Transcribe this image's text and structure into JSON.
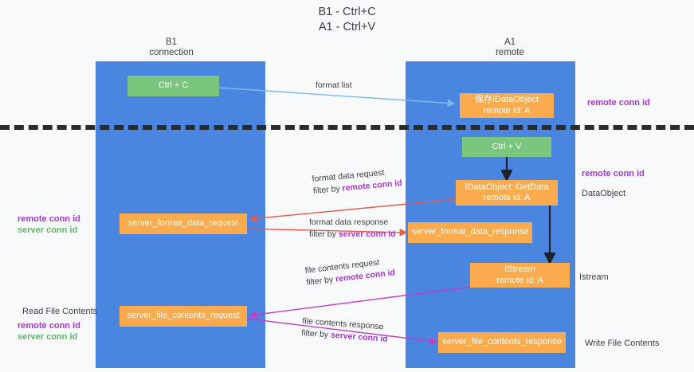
{
  "title": {
    "line1": "B1 - Ctrl+C",
    "line2": "A1 - Ctrl+V"
  },
  "columns": [
    {
      "name": "B1",
      "sub": "connection"
    },
    {
      "name": "A1",
      "sub": "remote"
    }
  ],
  "boxes": {
    "ctrl_c": {
      "label": "Ctrl + C"
    },
    "ctrl_v": {
      "label": "Ctrl + V"
    },
    "set_dataobject": {
      "line1": "保存IDataObject",
      "line2": "remote id: A"
    },
    "getdata": {
      "line1": "IDataObject::GetData",
      "line2": "remote id: A"
    },
    "istream": {
      "line1": "IStream",
      "line2": "remote id: A"
    },
    "server_format_data_request": {
      "label": "server_format_data_request"
    },
    "server_format_data_response": {
      "label": "server_format_data_response"
    },
    "server_file_contents_request": {
      "label": "server_file_contents_request"
    },
    "server_file_contents_response": {
      "label": "server_file_contents_response"
    }
  },
  "edges": {
    "format_list": {
      "line1": "format list",
      "line2": ""
    },
    "format_data_request": {
      "line1": "format data request",
      "filter_prefix": "filter by ",
      "filter_key": "remote conn id"
    },
    "format_data_response": {
      "line1": "format data response",
      "filter_prefix": "filter by ",
      "filter_key": "server conn id"
    },
    "file_contents_request": {
      "line1": "file contents request",
      "filter_prefix": "filter by ",
      "filter_key": "remote conn id"
    },
    "file_contents_response": {
      "line1": "file contents response",
      "filter_prefix": "filter by ",
      "filter_key": "server conn id"
    }
  },
  "annotations": {
    "right_remote_conn_id_top": "remote conn id",
    "right_remote_conn_id_mid": "remote conn id",
    "right_dataobject": "DataObject",
    "right_istream": "Istream",
    "right_write_file_contents": "Write File Contents",
    "left_remote_conn_id": "remote conn id",
    "left_server_conn_id": "server conn id",
    "left_read_file_contents": "Read File Contents",
    "left_remote_conn_id_2": "remote conn id",
    "left_server_conn_id_2": "server conn id"
  },
  "colors": {
    "lane": "#4a86e0",
    "green_box": "#7ac67f",
    "orange_box": "#f9ab4e",
    "purple_text": "#a637d4",
    "green_text": "#5fb865",
    "red_arrow": "#e8594f",
    "magenta_arrow": "#c23fc7",
    "blue_arrow": "#7eb9e8",
    "divider": "#2b2b2b",
    "background": "#f8f9fa"
  }
}
